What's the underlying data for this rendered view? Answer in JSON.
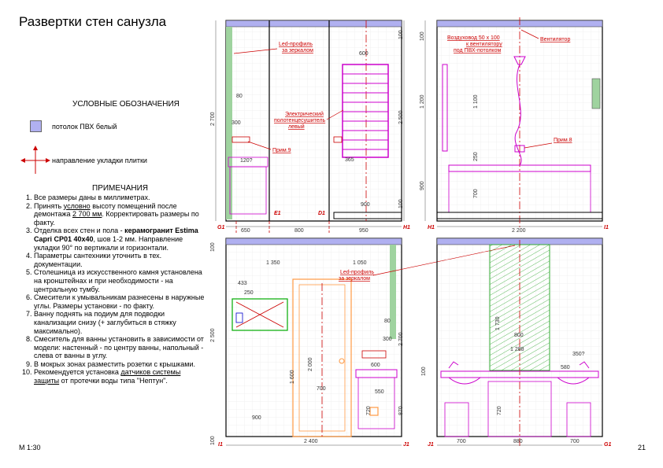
{
  "title": "Развертки стен санузла",
  "legend": {
    "heading": "УСЛОВНЫЕ ОБОЗНАЧЕНИЯ",
    "ceiling": "потолок ПВХ белый",
    "tile_direction": "направление укладки плитки",
    "colors": {
      "ceiling": "#b0b0f0",
      "accent": "#cc0000",
      "plumbing": "#cc00cc",
      "green": "#9fd39f"
    }
  },
  "notes": {
    "heading": "ПРИМЕЧАНИЯ",
    "n1": "Все размеры даны в миллиметрах.",
    "n2a": "Принять ",
    "n2b": "условно",
    "n2c": " высоту помещений после демонтажа ",
    "n2d": "2 700 мм",
    "n2e": ". Корректировать размеры по факту.",
    "n3a": "Отделка всех стен и пола - ",
    "n3b": "керамогранит Estima Capri CP01 40x40",
    "n3c": ", шов 1-2 мм. Направление укладки 90° по вертикали и горизонтали.",
    "n4": "Параметры сантехники уточнить в тех. документации.",
    "n5": "Столешница из искусственного камня установлена на кронштейнах и при необходимости - на центральную тумбу.",
    "n6": "Смесители к умывальникам разнесены в наружные углы. Размеры установки - по факту.",
    "n7": "Ванну поднять на подиум для подводки канализации снизу (+ заглубиться в стяжку максимально).",
    "n8": "Смеситель для ванны установить в зависимости от модели: настенный - по центру ванны, напольный - слева от ванны в углу.",
    "n9": "В мокрых зонах разместить розетки с крышками.",
    "n10a": "Рекомендуется установка ",
    "n10b": "датчиков системы защиты",
    "n10c": "  от протечки воды типа \"Нептун\"."
  },
  "scale": "М 1:30",
  "page_number": "21",
  "drawing": {
    "p1": {
      "label_led": [
        "Led-профиль",
        "за зеркалом"
      ],
      "label_heater": [
        "Электрический",
        "полотенцесушитель",
        "левый"
      ],
      "label_prim9": "Прим.9",
      "dims": {
        "w650": "650",
        "w800": "800",
        "w950": "950",
        "h2700": "2 700",
        "h2500": "2 500",
        "d80": "80",
        "d300": "300",
        "d1200": "120?",
        "d600": "600",
        "d365": "365",
        "d900": "900",
        "d100a": "100",
        "d100b": "100"
      },
      "axes": {
        "g1": "G1",
        "e1": "E1",
        "d1": "D1",
        "h1": "H1"
      }
    },
    "p2": {
      "label_duct": [
        "Воздуховод 50 x 100",
        "к вентилятору",
        "под ПВХ-потолком"
      ],
      "label_fan": "Вентилятор",
      "label_prim8": "Прим.8",
      "dims": {
        "h1200": "1 200",
        "h1100": "1 100",
        "h250": "250",
        "h700": "700",
        "h900": "900",
        "w2200": "2 200",
        "d100": "100"
      },
      "axes": {
        "h1": "H1",
        "i1": "I1"
      }
    },
    "p3": {
      "label_led": [
        "Led-профиль",
        "за зеркалом"
      ],
      "dims": {
        "w1350": "1 350",
        "w1050": "1 050",
        "w433": "433",
        "w250": "250",
        "h2500": "2 500",
        "h2700": "2 700",
        "h2000": "2 000",
        "h1600": "1 600",
        "w700": "700",
        "w900": "900",
        "w2400": "2 400",
        "d80": "80",
        "d300": "300",
        "d600": "600",
        "d550": "550",
        "d720": "720",
        "d870": "870",
        "d100a": "100",
        "d100b": "100"
      },
      "axes": {
        "i1": "I1",
        "j1": "J1"
      }
    },
    "p4": {
      "dims": {
        "h1730": "1 730",
        "w800": "800",
        "w1288": "1 288",
        "d350": "350?",
        "d580": "580",
        "d100": "100",
        "d720": "720",
        "w700a": "700",
        "w880": "880",
        "w700b": "700"
      },
      "axes": {
        "j1": "J1",
        "g1": "G1"
      }
    }
  }
}
